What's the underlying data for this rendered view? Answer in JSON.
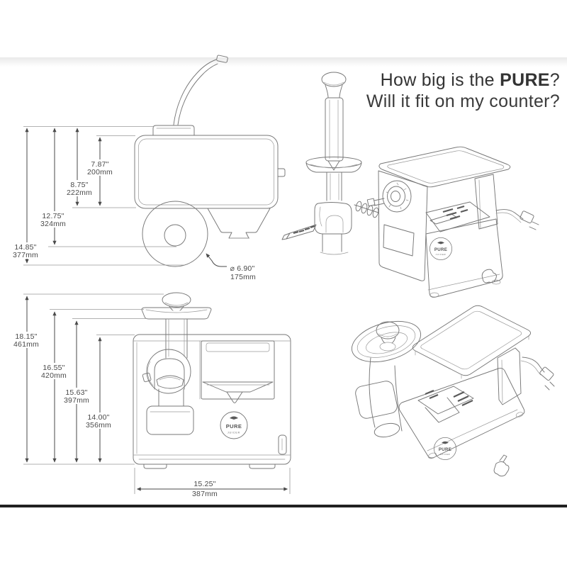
{
  "heading": {
    "prefix": "How big is the ",
    "brand": "PURE",
    "suffix": "?",
    "line2": "Will it fit on my counter?"
  },
  "top_view": {
    "dims": [
      {
        "inches": "14.85\"",
        "mm": "377mm"
      },
      {
        "inches": "12.75\"",
        "mm": "324mm"
      },
      {
        "inches": "8.75\"",
        "mm": "222mm"
      },
      {
        "inches": "7.87\"",
        "mm": "200mm"
      }
    ],
    "diameter": {
      "inches": "⌀ 6.90\"",
      "mm": "175mm"
    }
  },
  "front_view": {
    "dims": [
      {
        "inches": "18.15\"",
        "mm": "461mm"
      },
      {
        "inches": "16.55\"",
        "mm": "420mm"
      },
      {
        "inches": "15.63\"",
        "mm": "397mm"
      },
      {
        "inches": "14.00\"",
        "mm": "356mm"
      }
    ],
    "width": {
      "inches": "15.25\"",
      "mm": "387mm"
    }
  },
  "logo": {
    "brand": "PURE",
    "sub": "JUICER"
  }
}
